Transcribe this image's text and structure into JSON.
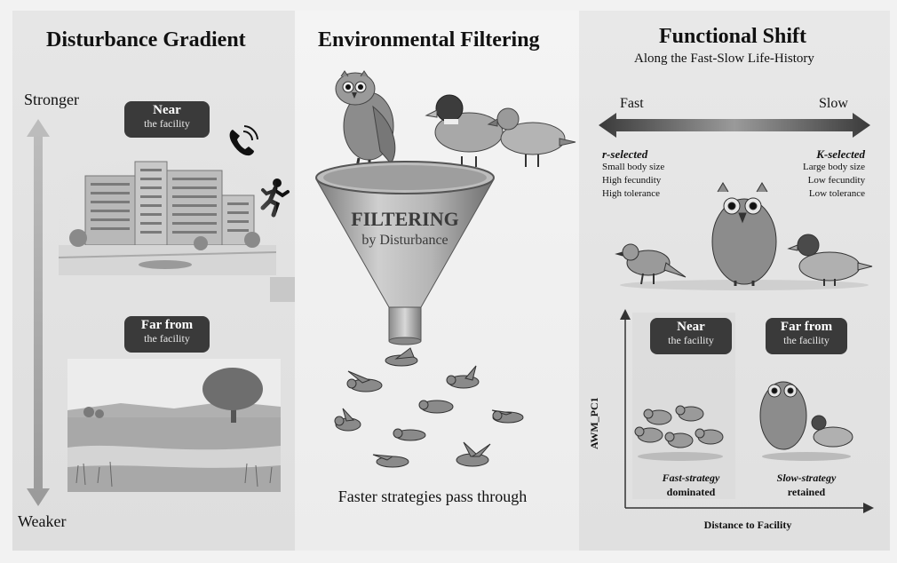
{
  "left_panel": {
    "title": "Disturbance Gradient",
    "stronger_label": "Stronger",
    "weaker_label": "Weaker",
    "near_badge": {
      "title": "Near",
      "subtitle": "the facility"
    },
    "far_badge": {
      "title": "Far from",
      "subtitle": "the facility"
    }
  },
  "middle_panel": {
    "title": "Environmental Filtering",
    "funnel_text_main": "FILTERING",
    "funnel_text_sub": "by Disturbance",
    "caption": "Faster strategies pass through"
  },
  "right_panel": {
    "title": "Functional Shift",
    "subtitle": "Along the Fast-Slow Life-History",
    "fast_label": "Fast",
    "slow_label": "Slow",
    "r_selected": {
      "heading": "r-selected",
      "traits": [
        "Small body size",
        "High fecundity",
        "High tolerance"
      ]
    },
    "k_selected": {
      "heading": "K-selected",
      "traits": [
        "Large body size",
        "Low fecundity",
        "Low tolerance"
      ]
    },
    "near_badge": {
      "title": "Near",
      "subtitle": "the facility"
    },
    "far_badge": {
      "title": "Far from",
      "subtitle": "the facility"
    },
    "near_caption": {
      "line1": "Fast-strategy",
      "line2": "dominated"
    },
    "far_caption": {
      "line1": "Slow-strategy",
      "line2": "retained"
    },
    "y_axis_label": "AWM_PC1",
    "x_axis_label": "Distance to Facility"
  }
}
